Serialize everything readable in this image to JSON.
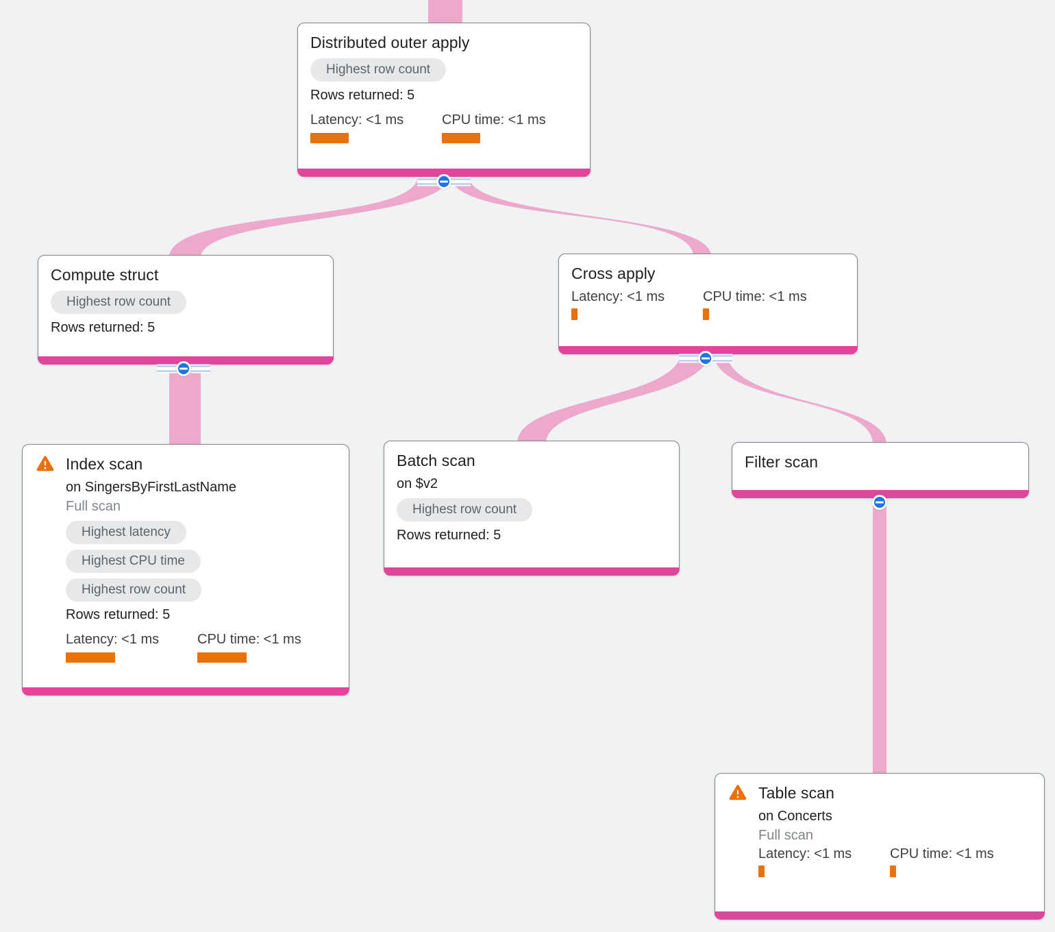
{
  "colors": {
    "bg": "#F0F2F4",
    "ribbon": "#ECA9CC",
    "pink_bar": "#E2469A",
    "blue": "#1A73E8",
    "orange": "#E8710A",
    "badge_bg": "#E7E8EA",
    "badge_text": "#5F6368",
    "text_dark": "#202124",
    "text_mid": "#3C4043",
    "text_gray": "#80868B",
    "card_border": "#80868B"
  },
  "nodes": {
    "distributed_outer_apply": {
      "title": "Distributed outer apply",
      "badge": "Highest row count",
      "rows": "Rows returned: 5",
      "latency": "Latency: <1 ms",
      "cpu": "CPU time: <1 ms",
      "latency_bar": 56,
      "cpu_bar": 56
    },
    "compute_struct": {
      "title": "Compute struct",
      "badge": "Highest row count",
      "rows": "Rows returned: 5"
    },
    "cross_apply": {
      "title": "Cross apply",
      "latency": "Latency: <1 ms",
      "cpu": "CPU time: <1 ms",
      "latency_bar": 9,
      "cpu_bar": 9
    },
    "index_scan": {
      "title": "Index scan",
      "subtitle": "on SingersByFirstLastName",
      "scan_type": "Full scan",
      "badges": [
        "Highest latency",
        "Highest CPU time",
        "Highest row count"
      ],
      "rows": "Rows returned: 5",
      "latency": "Latency: <1 ms",
      "cpu": "CPU time: <1 ms",
      "latency_bar": 72,
      "cpu_bar": 72
    },
    "batch_scan": {
      "title": "Batch scan",
      "subtitle": "on $v2",
      "badge": "Highest row count",
      "rows": "Rows returned: 5"
    },
    "filter_scan": {
      "title": "Filter scan"
    },
    "table_scan": {
      "title": "Table scan",
      "subtitle": "on Concerts",
      "scan_type": "Full scan",
      "latency": "Latency: <1 ms",
      "cpu": "CPU time: <1 ms",
      "latency_bar": 9,
      "cpu_bar": 9
    }
  },
  "edges": [
    {
      "from": "parent-offscreen",
      "to": "distributed_outer_apply"
    },
    {
      "from": "distributed_outer_apply",
      "to": "compute_struct"
    },
    {
      "from": "distributed_outer_apply",
      "to": "cross_apply"
    },
    {
      "from": "compute_struct",
      "to": "index_scan"
    },
    {
      "from": "cross_apply",
      "to": "batch_scan"
    },
    {
      "from": "cross_apply",
      "to": "filter_scan"
    },
    {
      "from": "filter_scan",
      "to": "table_scan"
    }
  ]
}
